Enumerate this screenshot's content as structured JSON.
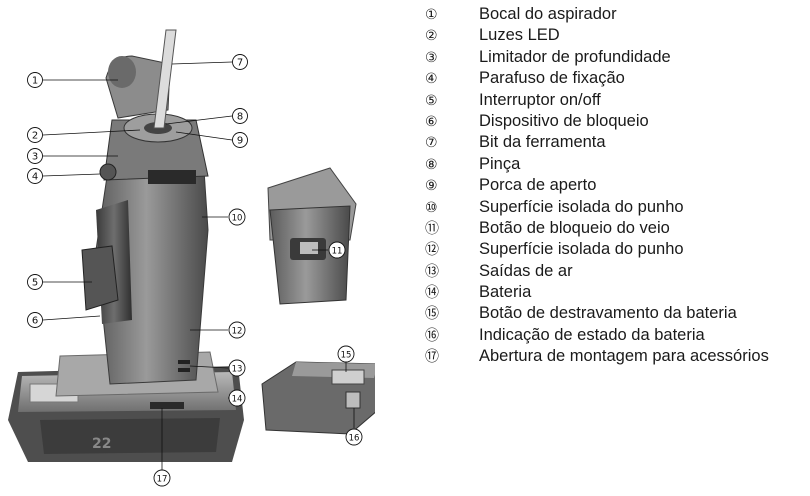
{
  "legend": [
    {
      "num": "①",
      "label": "Bocal do aspirador"
    },
    {
      "num": "②",
      "label": "Luzes LED"
    },
    {
      "num": "③",
      "label": "Limitador de profundidade"
    },
    {
      "num": "④",
      "label": "Parafuso de fixação"
    },
    {
      "num": "⑤",
      "label": "Interruptor on/off"
    },
    {
      "num": "⑥",
      "label": "Dispositivo de bloqueio"
    },
    {
      "num": "⑦",
      "label": "Bit da ferramenta"
    },
    {
      "num": "⑧",
      "label": "Pinça"
    },
    {
      "num": "⑨",
      "label": "Porca de aperto"
    },
    {
      "num": "⑩",
      "label": "Superfície isolada do punho"
    },
    {
      "num": "⑪",
      "label": "Botão de bloqueio do veio"
    },
    {
      "num": "⑫",
      "label": "Superfície isolada do punho"
    },
    {
      "num": "⑬",
      "label": "Saídas de ar"
    },
    {
      "num": "⑭",
      "label": "Bateria"
    },
    {
      "num": "⑮",
      "label": "Botão de destravamento da bateria"
    },
    {
      "num": "⑯",
      "label": "Indicação de estado da bateria"
    },
    {
      "num": "⑰",
      "label": "Abertura de montagem para acessórios"
    }
  ],
  "figure": {
    "callouts": [
      "1",
      "2",
      "3",
      "4",
      "5",
      "6",
      "7",
      "8",
      "9",
      "10",
      "11",
      "12",
      "13",
      "14",
      "15",
      "16",
      "17"
    ],
    "battery_marking": "22"
  }
}
